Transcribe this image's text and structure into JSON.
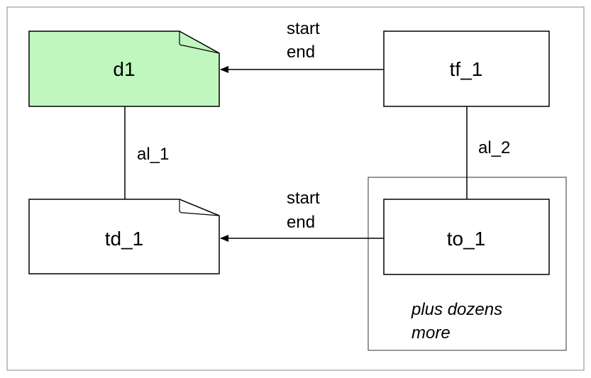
{
  "nodes": {
    "d1": {
      "label": "d1",
      "fill": "#c0f7bf"
    },
    "tf_1": {
      "label": "tf_1"
    },
    "td_1": {
      "label": "td_1"
    },
    "to_1": {
      "label": "to_1"
    }
  },
  "edges": {
    "tf_to_d1": {
      "line1": "start",
      "line2": "end"
    },
    "to_to_td": {
      "line1": "start",
      "line2": "end"
    },
    "d1_td": {
      "label": "al_1"
    },
    "tf_to": {
      "label": "al_2"
    }
  },
  "group": {
    "note_line1": "plus dozens",
    "note_line2": "more"
  }
}
